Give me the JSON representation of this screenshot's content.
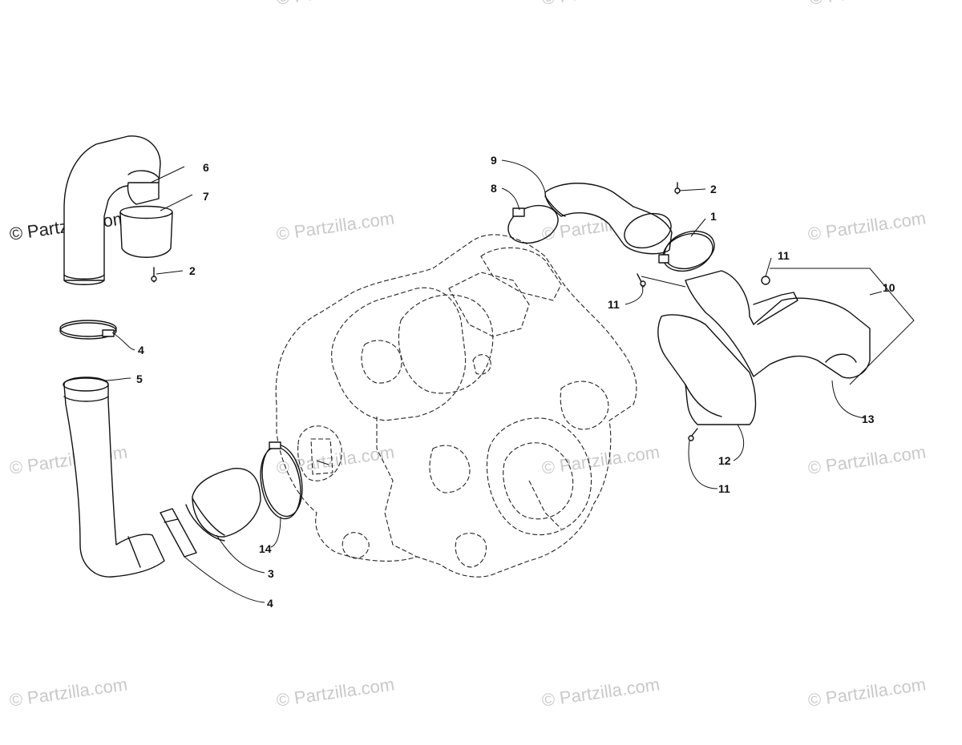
{
  "watermark": {
    "text": "© Partzilla.com"
  },
  "callouts": {
    "left_6": "6",
    "left_7": "7",
    "left_2": "2",
    "left_4_upper": "4",
    "left_5": "5",
    "left_14": "14",
    "left_3": "3",
    "left_4_lower": "4",
    "right_9": "9",
    "right_8": "8",
    "right_2": "2",
    "right_1": "1",
    "right_11_top": "11",
    "right_11_left": "11",
    "right_10": "10",
    "right_13": "13",
    "right_12": "12",
    "right_11_bottom": "11"
  }
}
